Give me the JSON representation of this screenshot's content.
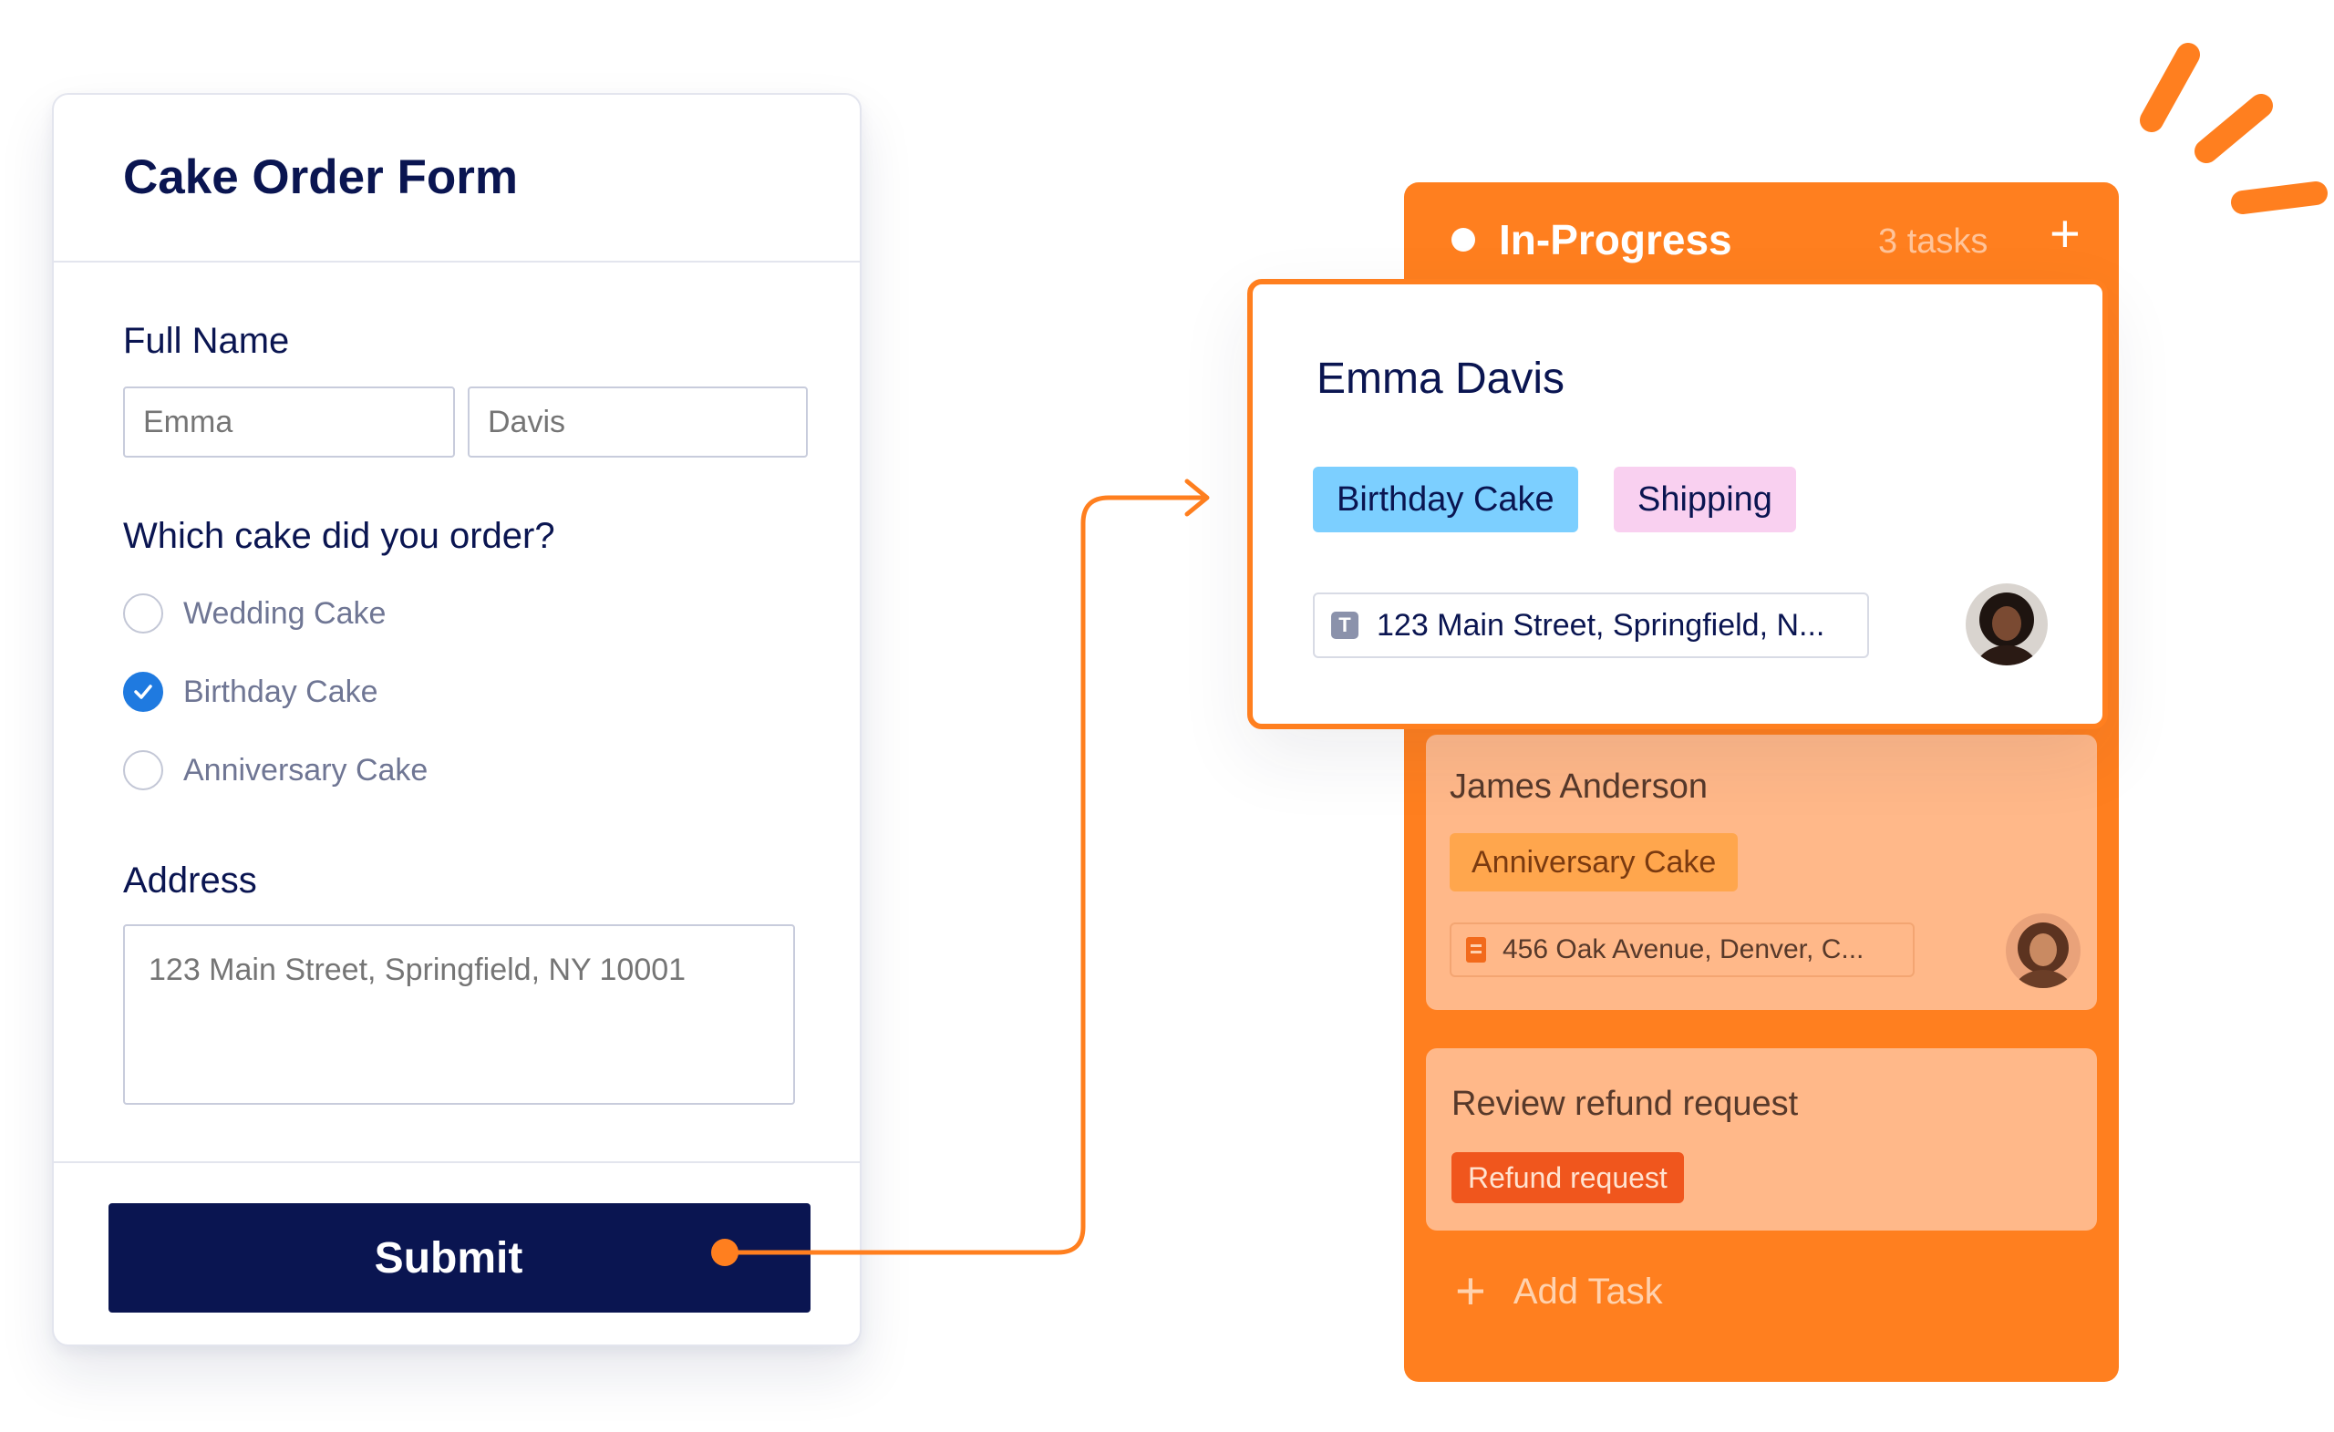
{
  "form": {
    "title": "Cake Order Form",
    "full_name_label": "Full Name",
    "first_name_placeholder": "Emma",
    "last_name_placeholder": "Davis",
    "cake_question": "Which cake did you order?",
    "cake_options": [
      {
        "label": "Wedding Cake",
        "checked": false
      },
      {
        "label": "Birthday Cake",
        "checked": true
      },
      {
        "label": "Anniversary Cake",
        "checked": false
      }
    ],
    "address_label": "Address",
    "address_placeholder": "123 Main Street, Springfield, NY 10001",
    "submit_label": "Submit"
  },
  "board": {
    "column_title": "In-Progress",
    "task_count": "3 tasks",
    "add_task_label": "Add Task",
    "cards": [
      {
        "name": "Emma Davis",
        "tags": [
          "Birthday Cake",
          "Shipping"
        ],
        "address": "123 Main Street, Springfield, N..."
      },
      {
        "name": "James Anderson",
        "tags": [
          "Anniversary Cake"
        ],
        "address": "456 Oak Avenue, Denver, C..."
      },
      {
        "name": "Review refund request",
        "tags": [
          "Refund request"
        ]
      }
    ]
  },
  "icons": {
    "add_column_icon": "plus-icon",
    "add_task_icon": "plus-icon",
    "address_field_icon": "text-field-icon",
    "address_doc_icon": "document-icon",
    "check_icon": "check-icon"
  },
  "colors": {
    "navy": "#0a1551",
    "orange": "#ff7f1f",
    "blue_check": "#1f7ae0",
    "tag_blue": "#7ccfff",
    "tag_pink": "#f9d0f0",
    "tag_orange": "#ffa64d",
    "tag_red": "#f0561d"
  }
}
